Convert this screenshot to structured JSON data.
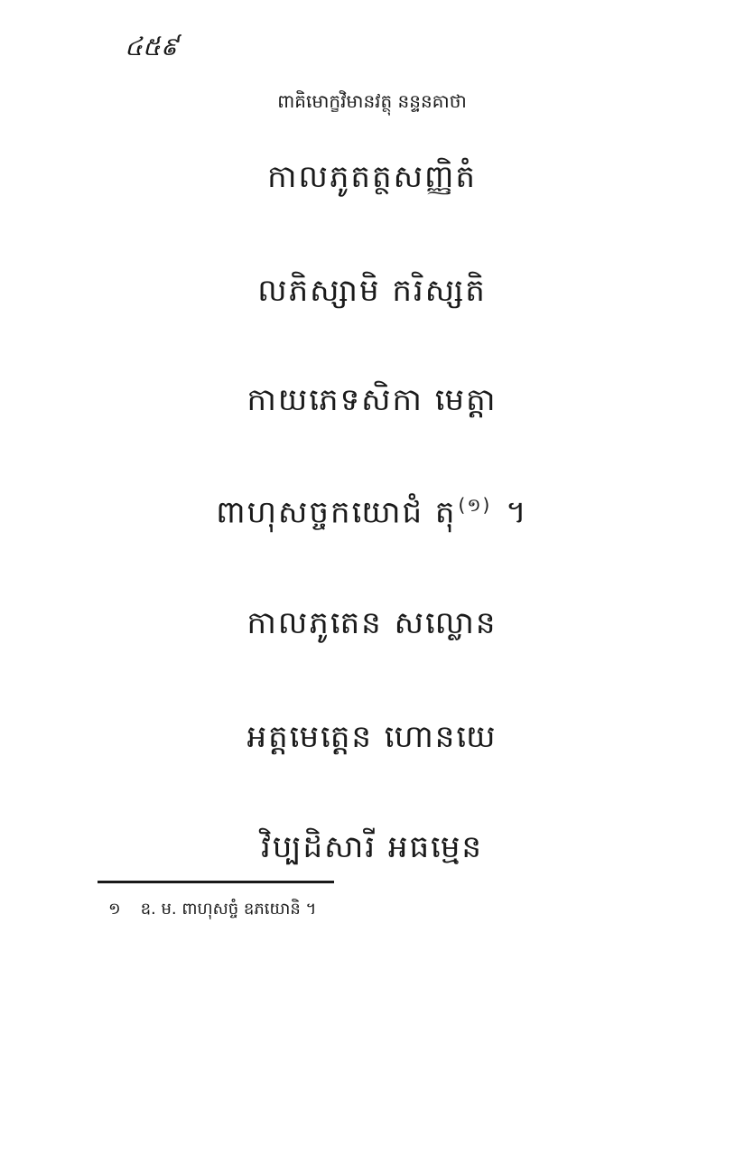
{
  "page": {
    "page_number": "៤៥៩",
    "running_header": "ពាគិមោក្ខវិមានវត្ថុ នន្ទនគាថា"
  },
  "verses": [
    {
      "text": "កាលភូតត្ថសញ្ញិតំ"
    },
    {
      "text": "លភិស្សាមិ ករិស្សតិ"
    },
    {
      "text": "កាយភេទសិកា មេត្តា"
    },
    {
      "text": "ពាហុសច្ចកយោជំ តុ",
      "note_ref": "(១)",
      "tail": "។"
    },
    {
      "text": "កាលភូតេន សល្លោន"
    },
    {
      "text": "អត្តមេត្តេន ហោនយេ"
    },
    {
      "text": "វិប្បដិសារី អធម្មេន"
    }
  ],
  "footnote": {
    "marker": "១",
    "text": "ឧ. ម. ពាហុសច្ចំ ឧភយោនិ ។"
  }
}
